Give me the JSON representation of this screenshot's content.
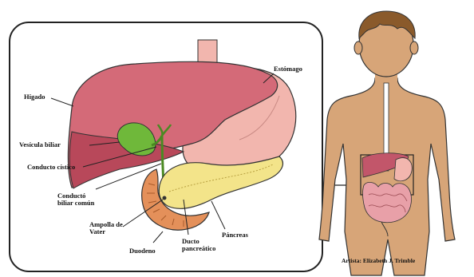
{
  "labels": {
    "higado": "Hígado",
    "estomago": "Estómago",
    "vesicula": "Vesícula biliar",
    "conducto_cistico": "Conducto cístico",
    "conducto_biliar_1": "Conductó",
    "conducto_biliar_2": "biliar común",
    "ampolla_1": "Ampolla de",
    "ampolla_2": "Vater",
    "duodeno": "Duodeno",
    "ducto_1": "Ducto",
    "ducto_2": "pancreático",
    "pancreas": "Páncreas"
  },
  "credit": "Artista: Elizabeth J. Trimble",
  "colors": {
    "liver": "#d46a78",
    "liver_dark": "#b8485a",
    "stomach": "#f2b6ae",
    "gallbladder": "#6fb83a",
    "pancreas": "#f3e48a",
    "duodenum": "#e4905a",
    "skin": "#d7a578",
    "hair": "#8a5a2b"
  }
}
